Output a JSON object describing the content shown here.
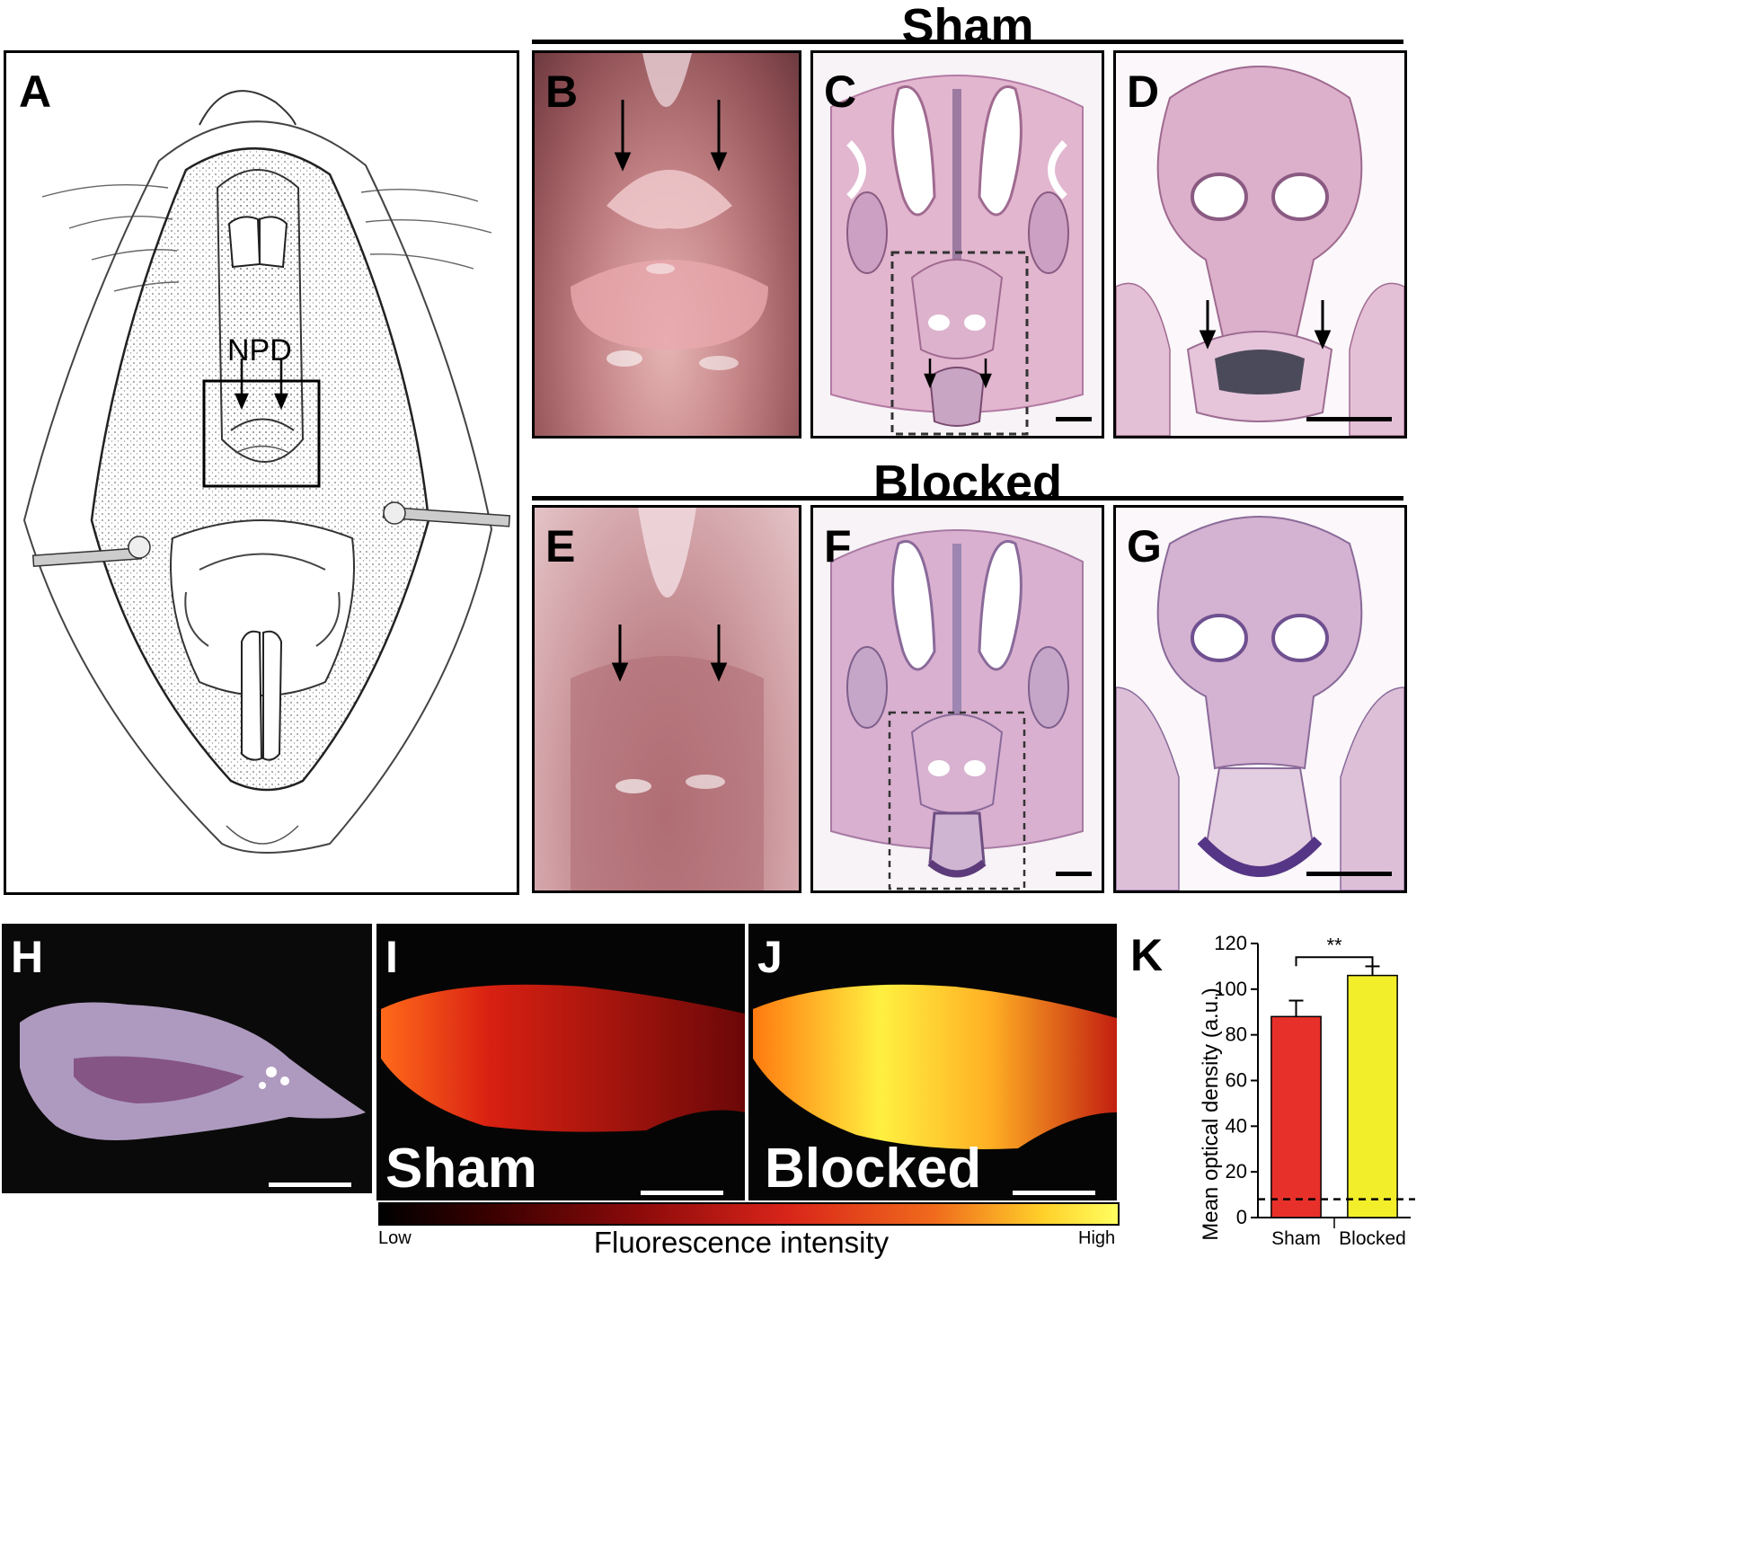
{
  "panels": {
    "A": "A",
    "B": "B",
    "C": "C",
    "D": "D",
    "E": "E",
    "F": "F",
    "G": "G",
    "H": "H",
    "I": "I",
    "J": "J",
    "K": "K"
  },
  "groups": {
    "top": "Sham",
    "bottom": "Blocked"
  },
  "annotations": {
    "npd": "NPD",
    "sham_word": "Sham",
    "blocked_word": "Blocked"
  },
  "colorbar": {
    "low": "Low",
    "high": "High",
    "title": "Fluorescence intensity"
  },
  "colors": {
    "sham_bar": "#e8302a",
    "blocked_bar": "#f2ee2a",
    "tissue_pink": "#d8a8c8",
    "photo_red": "#b86f72"
  },
  "chart_data": {
    "type": "bar",
    "categories": [
      "Sham",
      "Blocked"
    ],
    "values": [
      88,
      106
    ],
    "errors": [
      7,
      4
    ],
    "ylabel": "Mean optical density (a.u.)",
    "ylim": [
      0,
      120
    ],
    "yticks": [
      0,
      20,
      40,
      60,
      80,
      100,
      120
    ],
    "baseline_dashed": 8,
    "significance": "**",
    "bar_colors": [
      "#e8302a",
      "#f2ee2a"
    ]
  }
}
